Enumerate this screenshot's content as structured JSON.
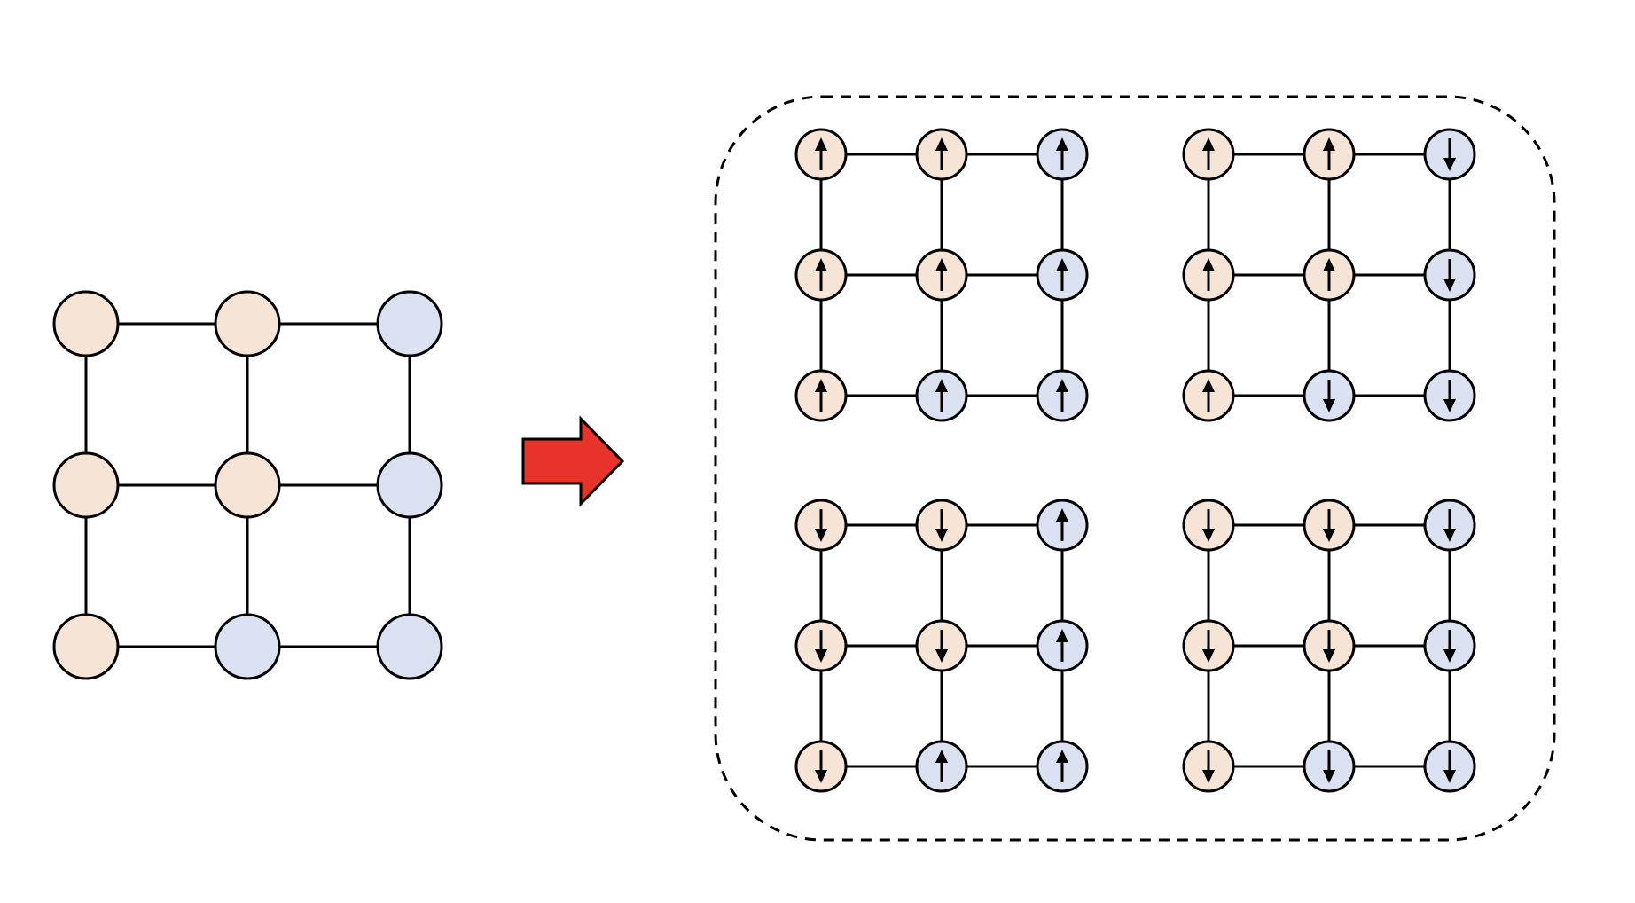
{
  "colors": {
    "background": "#ffffff",
    "group_a_fill": "#f6e4d6",
    "group_b_fill": "#dbe1f1",
    "stroke": "#000000",
    "arrow_fill": "#e8332a"
  },
  "source_lattice": {
    "rows": 3,
    "cols": 3,
    "node_groups": [
      [
        "a",
        "a",
        "b"
      ],
      [
        "a",
        "a",
        "b"
      ],
      [
        "a",
        "b",
        "b"
      ]
    ]
  },
  "transition_arrow": {
    "icon": "right-arrow-icon"
  },
  "configuration_panel": {
    "border_style": "dashed",
    "configurations": [
      {
        "spins": [
          [
            "up",
            "up",
            "up"
          ],
          [
            "up",
            "up",
            "up"
          ],
          [
            "up",
            "up",
            "up"
          ]
        ]
      },
      {
        "spins": [
          [
            "up",
            "up",
            "down"
          ],
          [
            "up",
            "up",
            "down"
          ],
          [
            "up",
            "down",
            "down"
          ]
        ]
      },
      {
        "spins": [
          [
            "down",
            "down",
            "up"
          ],
          [
            "down",
            "down",
            "up"
          ],
          [
            "down",
            "up",
            "up"
          ]
        ]
      },
      {
        "spins": [
          [
            "down",
            "down",
            "down"
          ],
          [
            "down",
            "down",
            "down"
          ],
          [
            "down",
            "down",
            "down"
          ]
        ]
      }
    ]
  }
}
